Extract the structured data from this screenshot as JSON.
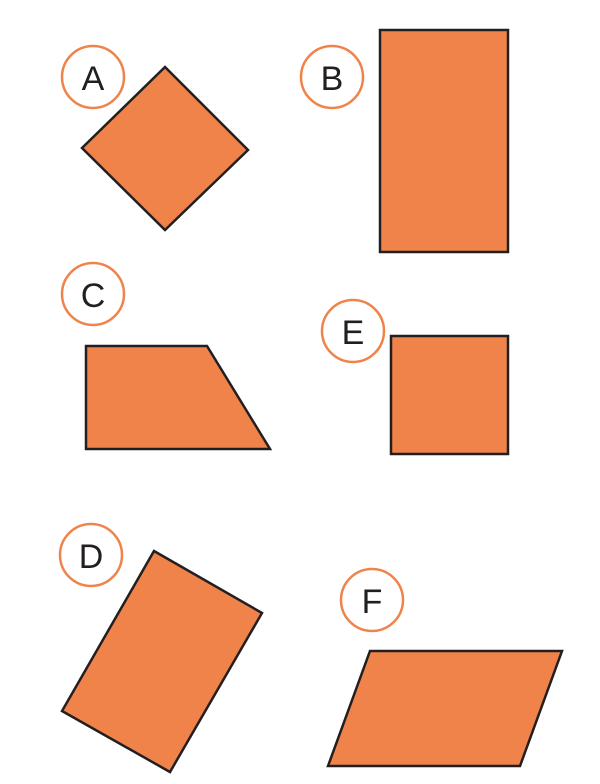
{
  "colors": {
    "shape_fill": "#f0834a",
    "outline": "#231f20",
    "badge_ring": "#f0834a",
    "background": "#ffffff"
  },
  "shapes": [
    {
      "label": "A",
      "kind": "square"
    },
    {
      "label": "B",
      "kind": "rectangle"
    },
    {
      "label": "C",
      "kind": "trapezoid"
    },
    {
      "label": "D",
      "kind": "rectangle"
    },
    {
      "label": "E",
      "kind": "square"
    },
    {
      "label": "F",
      "kind": "parallelogram"
    }
  ]
}
